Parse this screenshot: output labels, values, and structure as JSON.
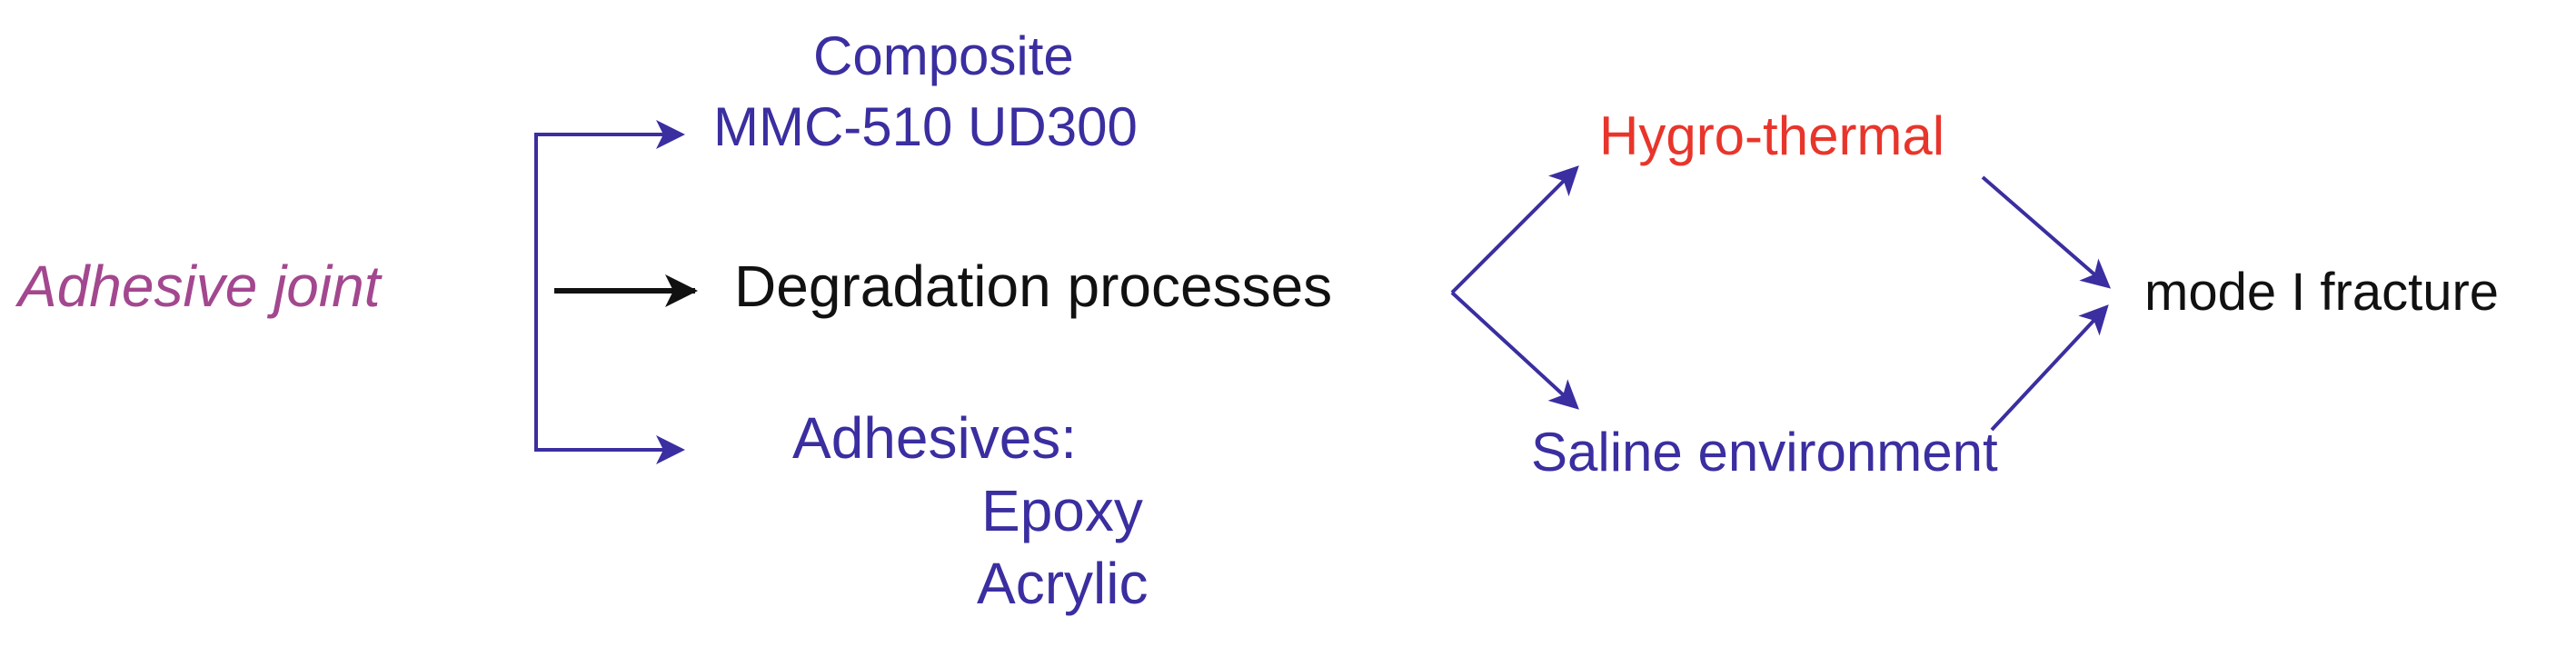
{
  "colors": {
    "blue": "#3a2ea0",
    "red": "#e8352b",
    "purple": "#a3478f",
    "black": "#111111"
  },
  "nodes": {
    "adhesive_joint": "Adhesive joint",
    "composite_line1": "Composite",
    "composite_line2": "MMC-510 UD300",
    "degradation": "Degradation processes",
    "adhesives_title": "Adhesives:",
    "adhesive_epoxy": "Epoxy",
    "adhesive_acrylic": "Acrylic",
    "hygrothermal": "Hygro-thermal",
    "saline": "Saline environment",
    "fracture": "mode I fracture"
  }
}
